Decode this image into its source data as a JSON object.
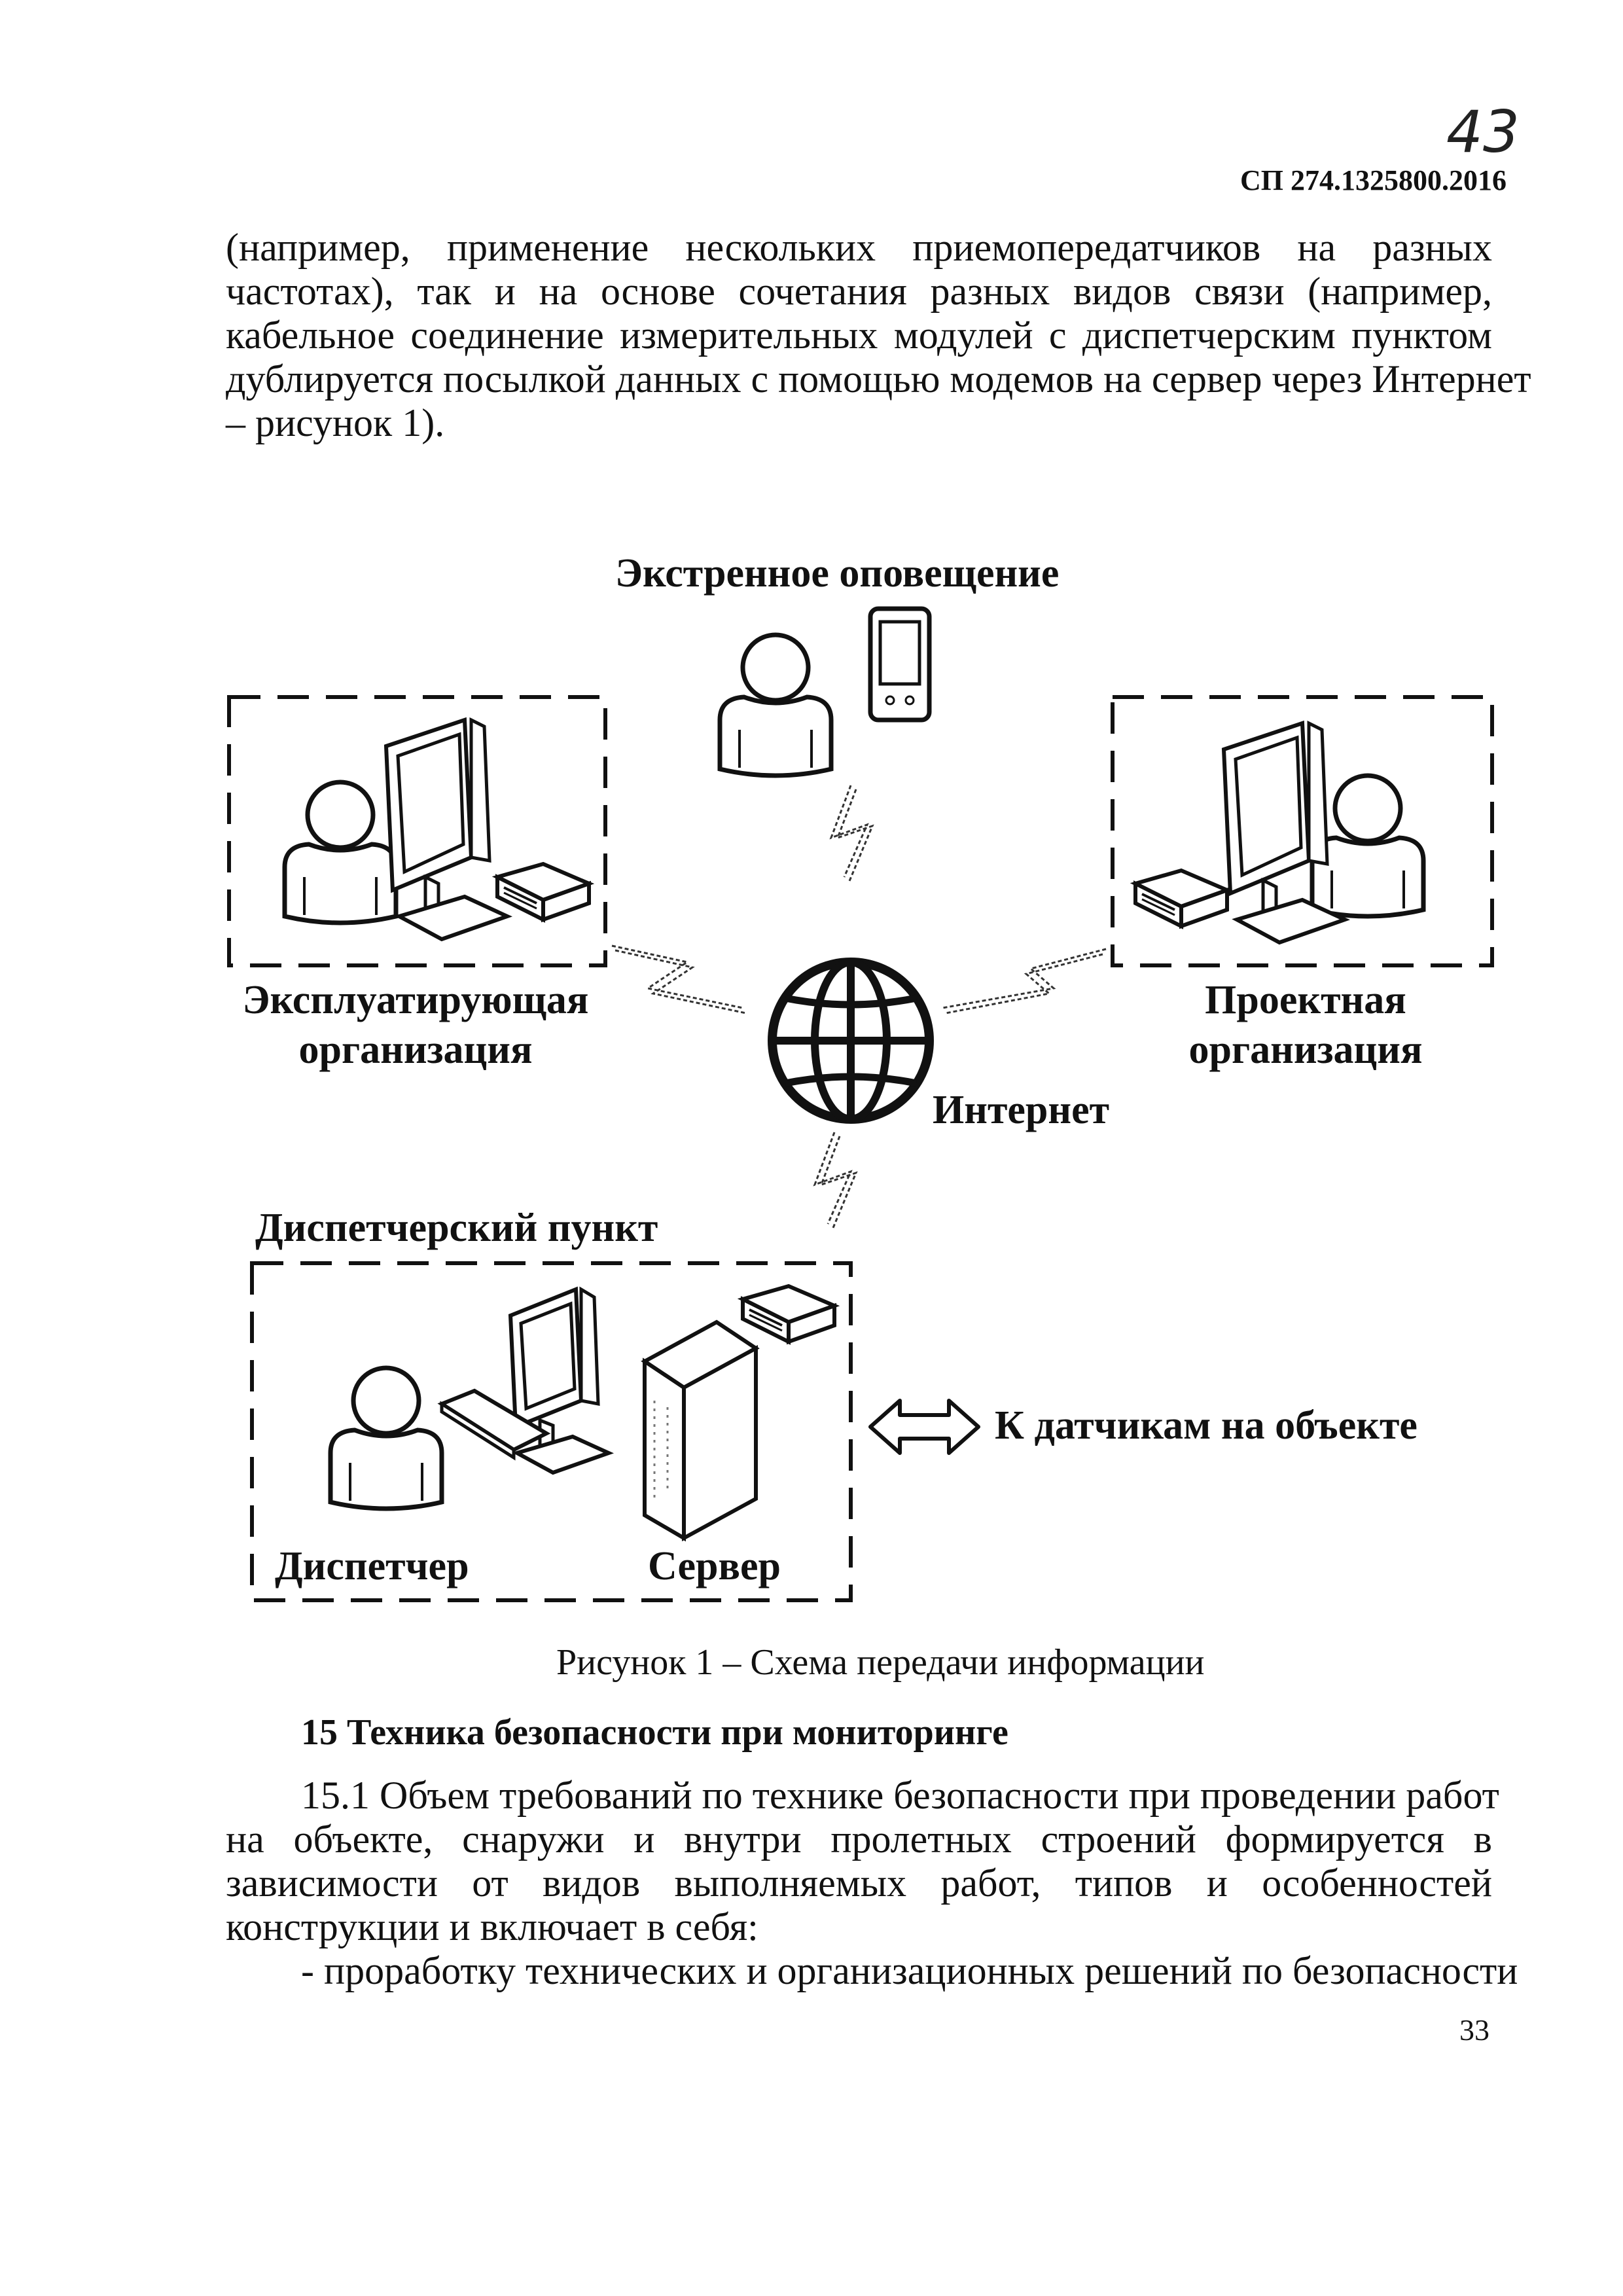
{
  "header": {
    "handwritten_page": "43",
    "doc_number": "СП 274.1325800.2016"
  },
  "intro_paragraph": {
    "lines": [
      "(например, применение нескольких приемопередатчиков на разных",
      "частотах), так и на основе сочетания разных видов связи (например,",
      "кабельное соединение измерительных модулей с диспетчерским пунктом",
      "дублируется посылкой данных с помощью модемов на сервер через Интернет",
      "– рисунок 1)."
    ]
  },
  "diagram": {
    "emergency_label": "Экстренное оповещение",
    "operating_org_label_1": "Эксплуатирующая",
    "operating_org_label_2": "организация",
    "design_org_label_1": "Проектная",
    "design_org_label_2": "организация",
    "internet_label": "Интернет",
    "dispatch_point_label": "Диспетчерский пункт",
    "dispatcher_label": "Диспетчер",
    "server_label": "Сервер",
    "sensors_label": "К датчикам на объекте"
  },
  "figure_caption": "Рисунок 1 – Схема передачи информации",
  "section": {
    "heading": "15 Техника безопасности при мониторинге",
    "paragraph_lines": [
      "15.1 Объем требований по технике безопасности при проведении работ",
      "на объекте, снаружи и внутри пролетных строений формируется в",
      "зависимости от видов выполняемых работ, типов и особенностей",
      "конструкции и включает в себя:",
      "- проработку технических и организационных решений по безопасности"
    ]
  },
  "footer": {
    "page_number": "33"
  }
}
